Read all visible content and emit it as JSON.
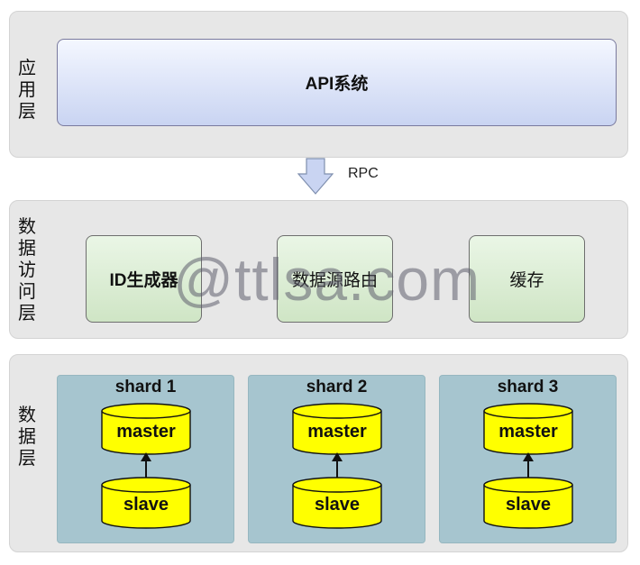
{
  "layers": {
    "app": {
      "label": [
        "应",
        "用",
        "层"
      ],
      "api_box": "API系统"
    },
    "rpc": "RPC",
    "access": {
      "label": [
        "数",
        "据",
        "访",
        "问",
        "层"
      ],
      "boxes": [
        "ID生成器",
        "数据源路由",
        "缓存"
      ]
    },
    "data": {
      "label": [
        "数",
        "据",
        "层"
      ],
      "shards": [
        {
          "title": "shard 1",
          "master": "master",
          "slave": "slave"
        },
        {
          "title": "shard 2",
          "master": "master",
          "slave": "slave"
        },
        {
          "title": "shard 3",
          "master": "master",
          "slave": "slave"
        }
      ]
    }
  },
  "watermark": "@ttlsa.com",
  "colors": {
    "layer_bg": "#e7e7e7",
    "api_box": "#c9d4f2",
    "access_box": "#cfe5c5",
    "shard_bg": "#a6c5cf",
    "cylinder": "#ffff00",
    "arrow": "#c9d4f2"
  }
}
